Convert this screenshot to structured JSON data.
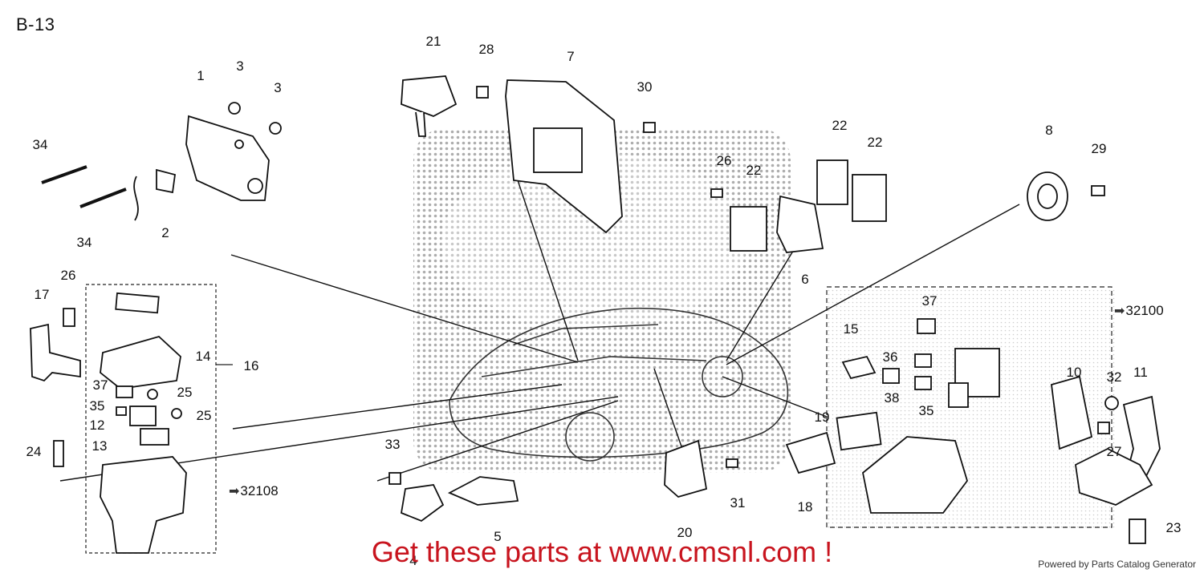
{
  "page": {
    "code": "B-13",
    "promo": "Get these parts at www.cmsnl.com !",
    "powered_by": "Powered by Parts Catalog Generator",
    "promo_color": "#c8141e"
  },
  "references": [
    "32100",
    "32108"
  ],
  "callouts": [
    "1",
    "2",
    "3",
    "3",
    "4",
    "5",
    "6",
    "7",
    "8",
    "10",
    "11",
    "12",
    "13",
    "14",
    "15",
    "16",
    "17",
    "18",
    "19",
    "20",
    "21",
    "22",
    "22",
    "22",
    "23",
    "24",
    "25",
    "25",
    "26",
    "26",
    "27",
    "28",
    "29",
    "30",
    "31",
    "32",
    "33",
    "34",
    "34",
    "35",
    "35",
    "36",
    "37",
    "37",
    "38"
  ]
}
